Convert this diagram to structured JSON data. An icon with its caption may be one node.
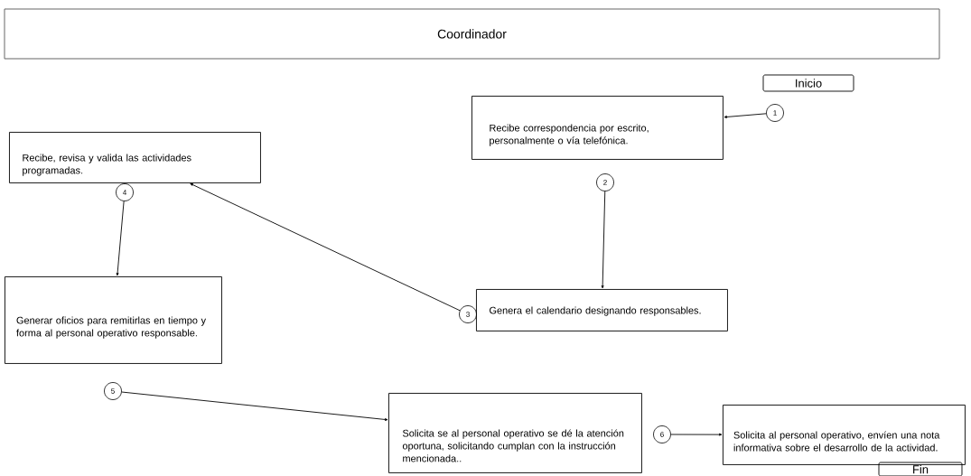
{
  "diagram": {
    "nodes": [
      {
        "text": [
          "Coordinador"
        ]
      },
      {
        "text": [
          "Inicio"
        ]
      },
      {
        "text": [
          "1"
        ]
      },
      {
        "text": [
          "Recibe correspondencia por escrito, personalmente o vía telefónica."
        ]
      },
      {
        "text": [
          "2"
        ]
      },
      {
        "text": [
          "Recibe, revisa y valida las actividades programadas."
        ]
      },
      {
        "text": [
          "4"
        ]
      },
      {
        "text": [
          "Generar oficios para remitirlas en tiempo y forma al personal operativo responsable."
        ]
      },
      {
        "text": [
          "3"
        ]
      },
      {
        "text": [
          "Genera el calendario designando responsables."
        ]
      },
      {
        "text": [
          "5"
        ]
      },
      {
        "text": [
          "Solicita se al personal operativo se dé la atención oportuna, solicitando cumplan con la instrucción mencionada.."
        ]
      },
      {
        "text": [
          "6"
        ]
      },
      {
        "text": [
          "Solicita al personal operativo, envíen una nota informativa sobre el desarrollo de la actividad."
        ]
      },
      {
        "text": [
          "Fin"
        ]
      }
    ],
    "edges": [
      {
        "from": 2,
        "to": 3,
        "arrow": "to"
      },
      {
        "from": 4,
        "to": 9,
        "arrow": "to"
      },
      {
        "from": 8,
        "to": 5,
        "arrow": "to"
      },
      {
        "from": 6,
        "to": 7,
        "arrow": "to"
      },
      {
        "from": 10,
        "to": 11,
        "arrow": "to"
      },
      {
        "from": 12,
        "to": 13,
        "arrow": "to"
      }
    ]
  }
}
